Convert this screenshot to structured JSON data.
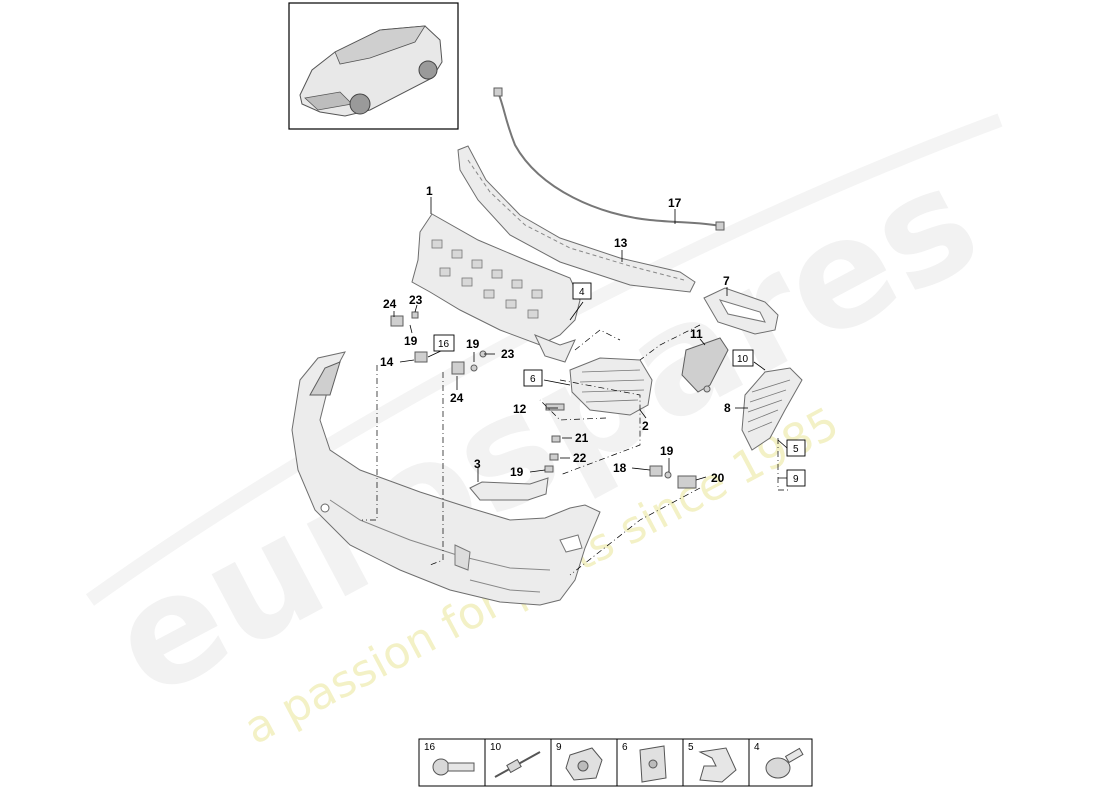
{
  "watermark": {
    "brand": "eurospares",
    "tagline": "a passion for parts since 1985"
  },
  "callouts": [
    {
      "id": "c1",
      "text": "1"
    },
    {
      "id": "c2",
      "text": "2"
    },
    {
      "id": "c3",
      "text": "3"
    },
    {
      "id": "c7",
      "text": "7"
    },
    {
      "id": "c8",
      "text": "8"
    },
    {
      "id": "c11",
      "text": "11"
    },
    {
      "id": "c12",
      "text": "12"
    },
    {
      "id": "c13",
      "text": "13"
    },
    {
      "id": "c14",
      "text": "14"
    },
    {
      "id": "c17",
      "text": "17"
    },
    {
      "id": "c18",
      "text": "18"
    },
    {
      "id": "c19a",
      "text": "19"
    },
    {
      "id": "c19b",
      "text": "19"
    },
    {
      "id": "c19c",
      "text": "19"
    },
    {
      "id": "c19d",
      "text": "19"
    },
    {
      "id": "c20",
      "text": "20"
    },
    {
      "id": "c21",
      "text": "21"
    },
    {
      "id": "c22",
      "text": "22"
    },
    {
      "id": "c23a",
      "text": "23"
    },
    {
      "id": "c23b",
      "text": "23"
    },
    {
      "id": "c24a",
      "text": "24"
    },
    {
      "id": "c24b",
      "text": "24"
    }
  ],
  "boxed_callouts": [
    {
      "id": "b4",
      "text": "4"
    },
    {
      "id": "b5",
      "text": "5"
    },
    {
      "id": "b6",
      "text": "6"
    },
    {
      "id": "b9",
      "text": "9"
    },
    {
      "id": "b10",
      "text": "10"
    },
    {
      "id": "b16",
      "text": "16"
    }
  ],
  "legend": [
    {
      "number": "16",
      "icon": "bolt-icon"
    },
    {
      "number": "10",
      "icon": "rivet-icon"
    },
    {
      "number": "9",
      "icon": "clip-nut-icon"
    },
    {
      "number": "6",
      "icon": "plate-nut-icon"
    },
    {
      "number": "5",
      "icon": "spring-clip-icon"
    },
    {
      "number": "4",
      "icon": "washer-screw-icon"
    }
  ]
}
